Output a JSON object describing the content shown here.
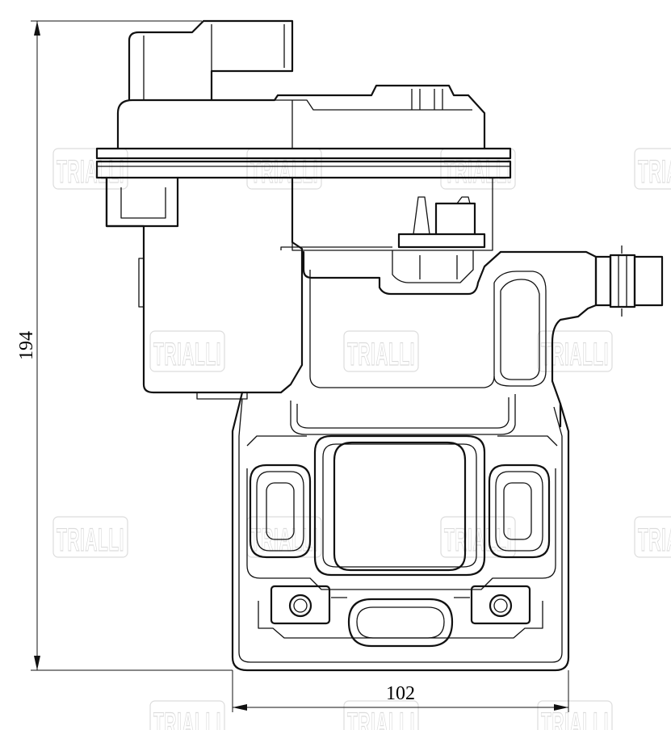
{
  "drawing": {
    "dimensions": {
      "height_label": "194",
      "width_label": "102"
    },
    "watermark": {
      "text": "TRIALLI"
    }
  }
}
